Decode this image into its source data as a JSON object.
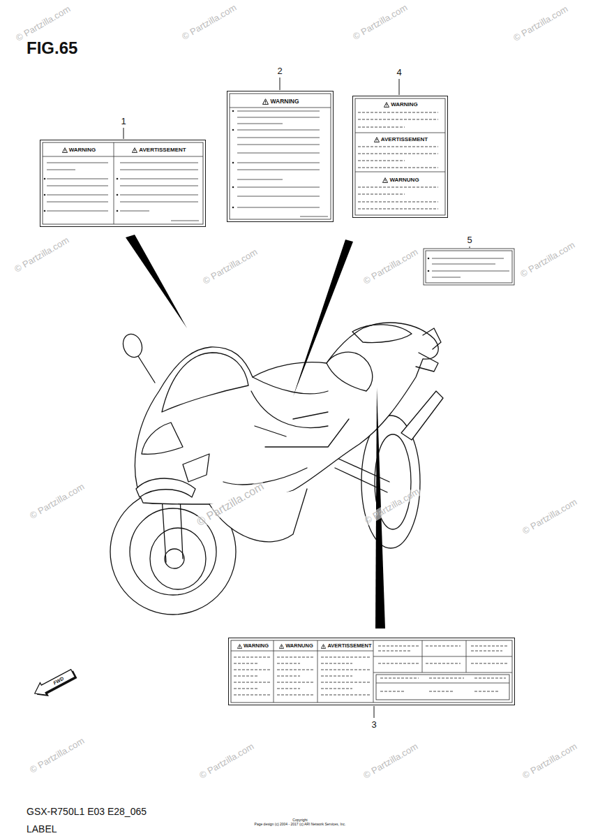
{
  "diagram": {
    "title": "FIG.65",
    "nodes": [
      {
        "text": [
          "WARNING",
          "AVERTISSEMENT"
        ]
      },
      {
        "text": [
          "WARNING"
        ]
      },
      {
        "text": [
          "WARNING",
          "AVERTISSEMENT",
          "WARNUNG"
        ]
      },
      {
        "text": [
          "WARNING",
          "WARNUNG",
          "AVERTISSEMENT"
        ]
      }
    ],
    "labels": [
      "1",
      "2",
      "4",
      "5",
      "3",
      "FWD",
      "GSX-R750L1 E03 E28_065",
      "LABEL",
      "Copyright",
      "Page design (c) 2004 - 2017 (c) ARI Network Services, Inc.",
      "© Partzilla.com",
      "© Partzilla.com",
      "© Partzilla.com",
      "© Partzilla.com",
      "© Partzilla.com",
      "© Partzilla.com",
      "© Partzilla.com",
      "© Partzilla.com",
      "© Partzilla.com",
      "© Partzilla.com",
      "© Partzilla.com",
      "© Partzilla.com",
      "© Partzilla.com",
      "© Partzilla.com",
      "© Partzilla.com",
      "© Partzilla.com"
    ]
  }
}
